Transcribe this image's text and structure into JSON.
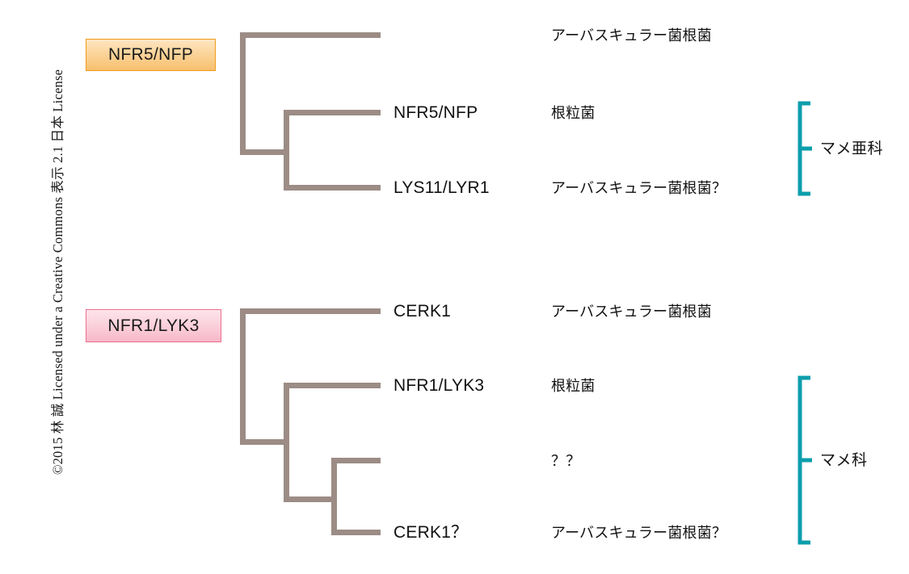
{
  "license": {
    "text": "©2015 林 誠 Licensed under a Creative Commons 表示 2.1 日本 License"
  },
  "colors": {
    "tree_line": "#9c8c85",
    "brace": "#0c9eac",
    "badge_orange_border": "#ef9b18",
    "badge_orange_fill": "#f7c06e",
    "badge_pink_border": "#ee6e8e",
    "badge_pink_fill": "#f7b8c9",
    "text": "#111111",
    "background": "#ffffff"
  },
  "groups": [
    {
      "id": "nfr5-group",
      "badge_label": "NFR5/NFP",
      "leaves": [
        {
          "gene": "",
          "symbiont": "アーバスキュラー菌根菌"
        },
        {
          "gene": "NFR5/NFP",
          "symbiont": "根粒菌"
        },
        {
          "gene": "LYS11/LYR1",
          "symbiont": "アーバスキュラー菌根菌？"
        }
      ],
      "taxon_label": "マメ亜科"
    },
    {
      "id": "nfr1-group",
      "badge_label": "NFR1/LYK3",
      "leaves": [
        {
          "gene": "CERK1",
          "symbiont": "アーバスキュラー菌根菌"
        },
        {
          "gene": "NFR1/LYK3",
          "symbiont": "根粒菌"
        },
        {
          "gene": "",
          "symbiont": "？？"
        },
        {
          "gene": "CERK1？",
          "symbiont": "アーバスキュラー菌根菌？"
        }
      ],
      "taxon_label": "マメ科"
    }
  ]
}
